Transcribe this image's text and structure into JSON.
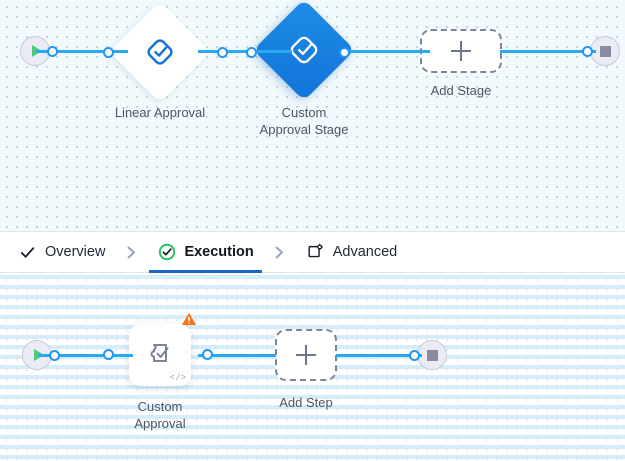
{
  "colors": {
    "edge": "#29a9f2",
    "port": "#2196f3",
    "accent_blue": "#1267c8",
    "node_selected_from": "#1e8de6",
    "node_selected_to": "#1173d8",
    "start_green": "#4ecb71",
    "stop_grey": "#8a8aa0",
    "terminal_fill": "#ebebf6",
    "warning_orange": "#f97316",
    "success_green": "#22c55e",
    "caption_text": "#4b5565",
    "stage_canvas_bg": "#f2fafd",
    "step_canvas_bg": "#ffffff",
    "dashed_border": "#7d8599"
  },
  "stage_canvas": {
    "name": "stage-flow",
    "nodes": [
      {
        "id": "start",
        "type": "start",
        "icon": "play-icon",
        "label": ""
      },
      {
        "id": "linear-approval",
        "type": "stage",
        "icon": "approval-check-icon",
        "label": "Linear Approval",
        "selected": false
      },
      {
        "id": "custom-approval-stage",
        "type": "stage",
        "icon": "approval-check-icon",
        "label": "Custom\nApproval Stage",
        "selected": true
      },
      {
        "id": "add-stage",
        "type": "add",
        "icon": "plus-icon",
        "label": "Add Stage"
      },
      {
        "id": "end",
        "type": "end",
        "icon": "stop-icon",
        "label": ""
      }
    ]
  },
  "tabbar": {
    "name": "stage-section-tabs",
    "tabs": [
      {
        "id": "overview",
        "label": "Overview",
        "icon": "check-icon",
        "active": false
      },
      {
        "id": "execution",
        "label": "Execution",
        "icon": "check-circle-icon",
        "active": true
      },
      {
        "id": "advanced",
        "label": "Advanced",
        "icon": "advanced-settings-icon",
        "active": false
      }
    ],
    "separator_icon": "chevron-right-icon"
  },
  "step_canvas": {
    "name": "step-flow",
    "nodes": [
      {
        "id": "start",
        "type": "start",
        "icon": "play-icon",
        "label": ""
      },
      {
        "id": "custom-approval",
        "type": "step",
        "icon": "custom-approval-icon",
        "label": "Custom\nApproval",
        "badge": "warning-icon",
        "corner": "</>"
      },
      {
        "id": "add-step",
        "type": "add",
        "icon": "plus-icon",
        "label": "Add Step"
      },
      {
        "id": "end",
        "type": "end",
        "icon": "stop-icon",
        "label": ""
      }
    ]
  }
}
